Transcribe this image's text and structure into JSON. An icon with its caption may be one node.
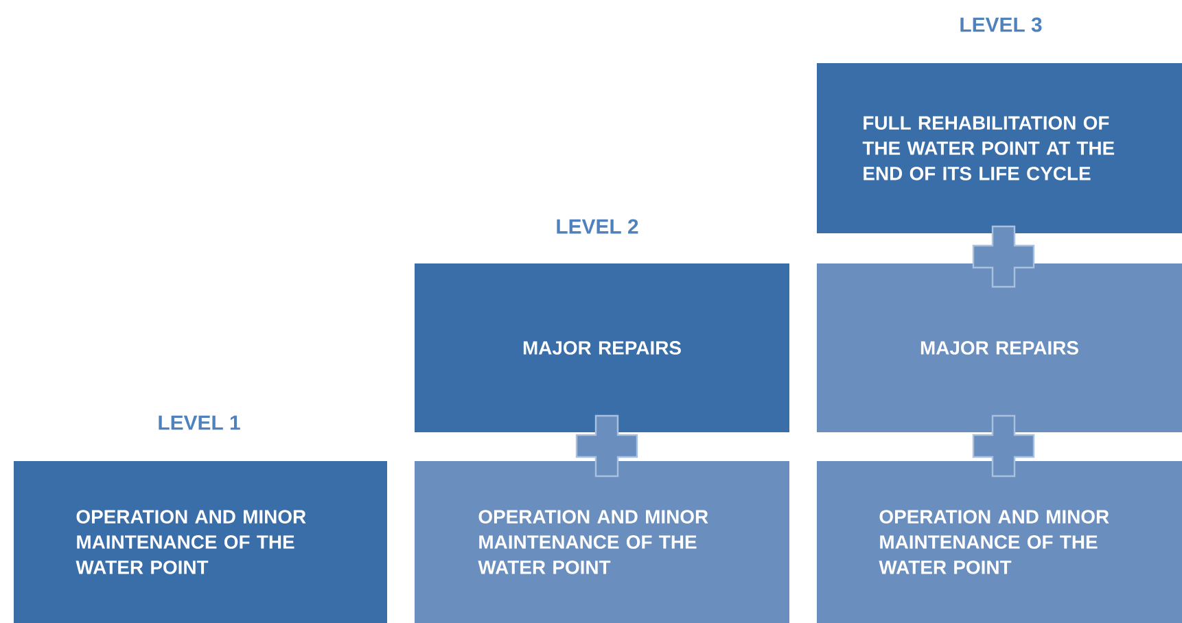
{
  "diagram": {
    "nodes": [
      {
        "text": [
          "OPERATION AND MINOR MAINTENANCE OF THE WATER POINT"
        ]
      },
      {
        "text": [
          "MAJOR REPAIRS"
        ]
      },
      {
        "text": [],
        "shape": "plus"
      },
      {
        "text": [
          "OPERATION AND MINOR MAINTENANCE OF THE WATER POINT"
        ]
      },
      {
        "text": [
          "FULL REHABILITATION OF THE WATER POINT AT THE END OF ITS LIFE CYCLE"
        ]
      },
      {
        "text": [],
        "shape": "plus"
      },
      {
        "text": [
          "MAJOR REPAIRS"
        ]
      },
      {
        "text": [],
        "shape": "plus"
      },
      {
        "text": [
          "OPERATION AND MINOR MAINTENANCE OF THE WATER POINT"
        ]
      }
    ],
    "labels": [
      "LEVEL 3",
      "LEVEL 2",
      "LEVEL 1"
    ]
  }
}
